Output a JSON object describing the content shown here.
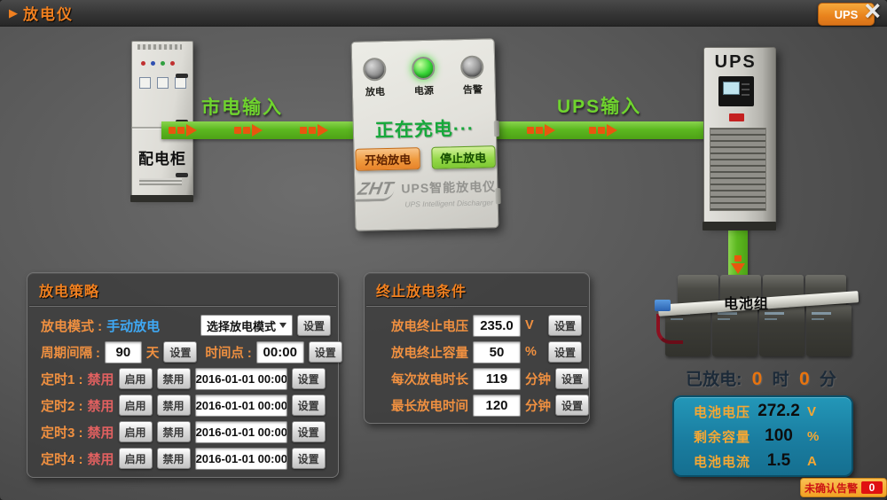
{
  "icons": {
    "play": "▶",
    "close": "×"
  },
  "titlebar": {
    "title": "放电仪",
    "ups_label": "UPS"
  },
  "flow": {
    "mains_label": "市电输入",
    "ups_label": "UPS输入"
  },
  "cabinet": {
    "label": "配电柜"
  },
  "device": {
    "leds": [
      {
        "label": "放电",
        "state": "off"
      },
      {
        "label": "电源",
        "state": "on"
      },
      {
        "label": "告警",
        "state": "off"
      }
    ],
    "status": "正在充电···",
    "start": "开始放电",
    "stop": "停止放电",
    "brand": "ZHT",
    "name": "UPS智能放电仪",
    "name_en": "UPS Intelligent Discharger"
  },
  "ups": {
    "label": "UPS"
  },
  "battery": {
    "label": "电池组"
  },
  "discharged": {
    "label": "已放电:",
    "hours": "0",
    "hours_unit": "时",
    "minutes": "0",
    "minutes_unit": "分"
  },
  "battery_info": {
    "rows": [
      {
        "label": "电池电压",
        "value": "272.2",
        "unit": "V"
      },
      {
        "label": "剩余容量",
        "value": "100",
        "unit": "%"
      },
      {
        "label": "电池电流",
        "value": "1.5",
        "unit": "A"
      }
    ]
  },
  "alarm": {
    "label": "未确认告警",
    "count": "0"
  },
  "buttons": {
    "set": "设置",
    "enable": "启用",
    "disable": "禁用"
  },
  "policy": {
    "title": "放电策略",
    "mode_label": "放电模式 :",
    "mode_value": "手动放电",
    "mode_select": "选择放电模式",
    "cycle_label": "周期间隔 :",
    "cycle_value": "90",
    "cycle_unit": "天",
    "time_label": "时间点 :",
    "time_value": "00:00",
    "timers": [
      {
        "label": "定时1 :",
        "status": "禁用",
        "datetime": "2016-01-01 00:00"
      },
      {
        "label": "定时2 :",
        "status": "禁用",
        "datetime": "2016-01-01 00:00"
      },
      {
        "label": "定时3 :",
        "status": "禁用",
        "datetime": "2016-01-01 00:00"
      },
      {
        "label": "定时4 :",
        "status": "禁用",
        "datetime": "2016-01-01 00:00"
      }
    ]
  },
  "conditions": {
    "title": "终止放电条件",
    "rows": [
      {
        "label": "放电终止电压",
        "value": "235.0",
        "unit": "V"
      },
      {
        "label": "放电终止容量",
        "value": "50",
        "unit": "%"
      },
      {
        "label": "每次放电时长",
        "value": "119",
        "unit": "分钟"
      },
      {
        "label": "最长放电时间",
        "value": "120",
        "unit": "分钟"
      }
    ]
  },
  "colors": {
    "accent_orange": "#f08020",
    "flow_green": "#5cb820",
    "arrow_orange": "#e8570e",
    "value_blue": "#3fa9f5",
    "status_red": "#e06060",
    "panel_teal": "#1a7da0",
    "alarm_amber": "#f2a224",
    "alarm_red": "#e01111",
    "led_green": "#35d435"
  }
}
